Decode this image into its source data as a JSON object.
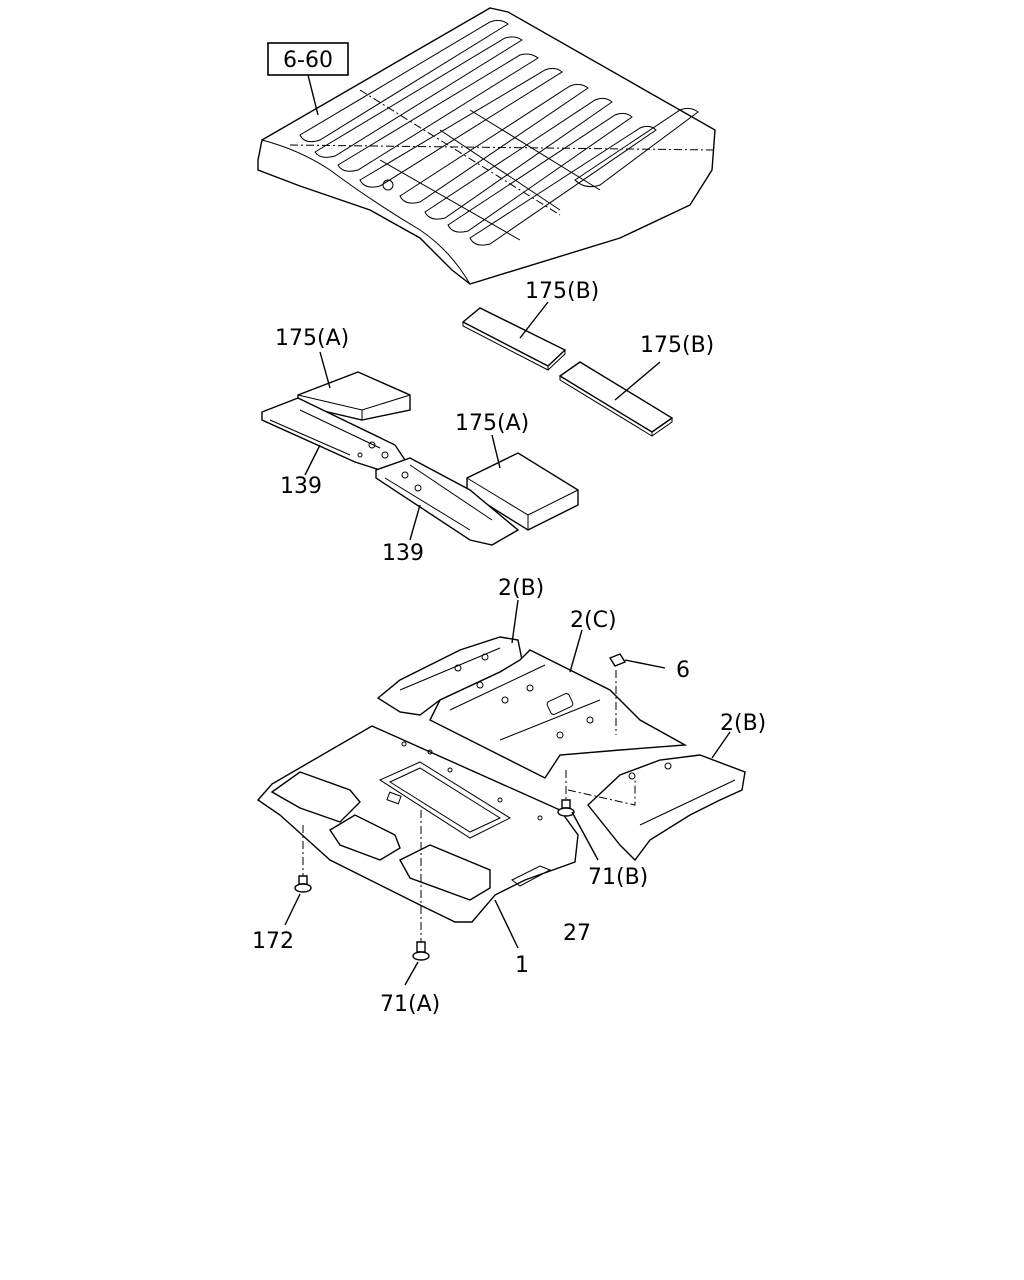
{
  "diagram": {
    "reference_box": "6-60",
    "labels": {
      "p175b_top": "175(B)",
      "p175a_left": "175(A)",
      "p175b_right": "175(B)",
      "p175a_mid": "175(A)",
      "p139_left": "139",
      "p139_mid": "139",
      "p2b_top": "2(B)",
      "p2c": "2(C)",
      "p6": "6",
      "p2b_right": "2(B)",
      "p71b": "71(B)",
      "p172": "172",
      "p27": "27",
      "p1": "1",
      "p71a": "71(A)"
    }
  }
}
